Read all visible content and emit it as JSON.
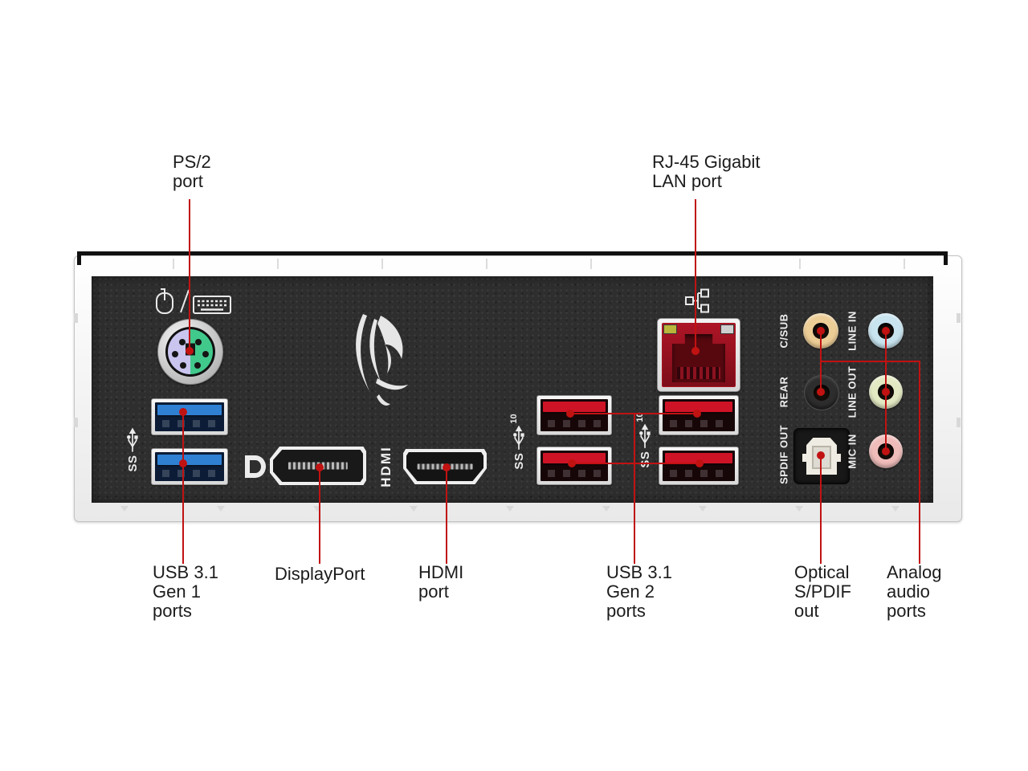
{
  "callouts": {
    "ps2": "PS/2\nport",
    "lan": "RJ-45 Gigabit\nLAN port",
    "usb_gen1": "USB 3.1\nGen 1\nports",
    "displayport": "DisplayPort",
    "hdmi": "HDMI\nport",
    "usb_gen2": "USB 3.1\nGen 2\nports",
    "spdif": "Optical\nS/PDIF\nout",
    "analog": "Analog\naudio\nports"
  },
  "panel_markings": {
    "hdmi": "HDMI",
    "superspeed": "SS",
    "superspeed_gen2_speed": "10",
    "audio_jacks": {
      "csub": "C/SUB",
      "line_in": "LINE IN",
      "rear": "REAR",
      "line_out": "LINE OUT",
      "spdif_out": "SPDIF OUT",
      "mic_in": "MIC IN"
    }
  },
  "colors": {
    "callout_line": "#c11212",
    "panel": "#2e2e2e",
    "ps2_mouse_purple": "#c9c5ef",
    "ps2_keyboard_green": "#41c98c",
    "usb31_gen1_blue": "#2f80d2",
    "usb31_gen2_red": "#cf1326",
    "lan_red": "#a81422",
    "audio_csub": "#edcd96",
    "audio_line_in": "#c8e4ef",
    "audio_rear": "#2d2d2d",
    "audio_line_out": "#e3eac3",
    "audio_mic_in": "#efbcba",
    "spdif_toslink": "#efece3"
  }
}
